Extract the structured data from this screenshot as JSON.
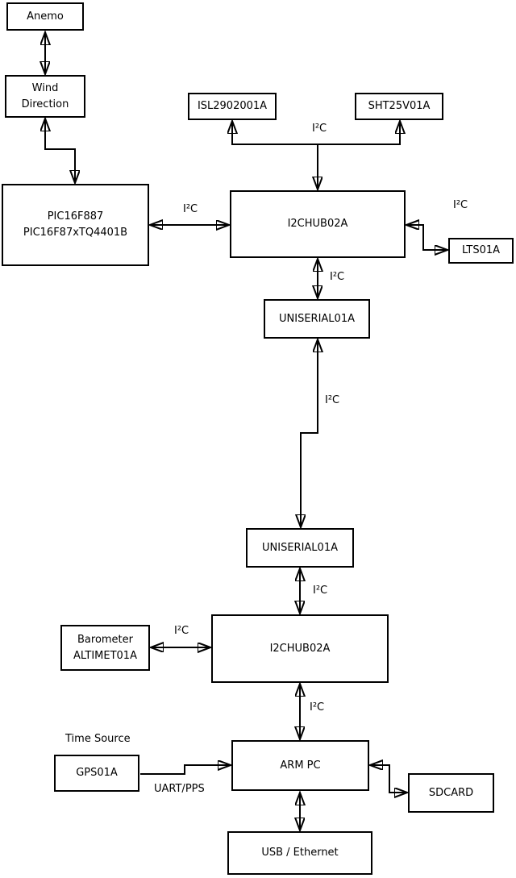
{
  "diagram": {
    "nodes": {
      "anemo": {
        "label": "Anemo"
      },
      "wind_direction": {
        "line1": "Wind",
        "line2": "Direction"
      },
      "pic": {
        "line1": "PIC16F887",
        "line2": "PIC16F87xTQ4401B"
      },
      "isl2902001a": {
        "label": "ISL2902001A"
      },
      "sht25v01a": {
        "label": "SHT25V01A"
      },
      "i2chub02a_top": {
        "label": "I2CHUB02A"
      },
      "lts01a": {
        "label": "LTS01A"
      },
      "uniserial01a_top": {
        "label": "UNISERIAL01A"
      },
      "uniserial01a_bottom": {
        "label": "UNISERIAL01A"
      },
      "i2chub02a_bottom": {
        "label": "I2CHUB02A"
      },
      "barometer": {
        "line1": "Barometer",
        "line2": "ALTIMET01A"
      },
      "gps01a": {
        "label": "GPS01A"
      },
      "arm_pc": {
        "label": "ARM PC"
      },
      "sdcard": {
        "label": "SDCARD"
      },
      "usb_ethernet": {
        "label": "USB / Ethernet"
      }
    },
    "labels": {
      "i2c": "I²C",
      "uart_pps": "UART/PPS",
      "time_source": "Time Source"
    },
    "edges": [
      {
        "from": "Anemo",
        "to": "Wind Direction",
        "bidirectional": true
      },
      {
        "from": "Wind Direction",
        "to": "PIC16F887 PIC16F87xTQ4401B",
        "bidirectional": true
      },
      {
        "from": "PIC16F887 PIC16F87xTQ4401B",
        "to": "I2CHUB02A (top)",
        "label": "I²C",
        "bidirectional": true
      },
      {
        "from": "I2CHUB02A (top)",
        "to": "ISL2902001A",
        "label": "I²C",
        "bidirectional": true
      },
      {
        "from": "I2CHUB02A (top)",
        "to": "SHT25V01A",
        "label": "I²C",
        "bidirectional": true
      },
      {
        "from": "I2CHUB02A (top)",
        "to": "LTS01A",
        "label": "I²C",
        "bidirectional": true
      },
      {
        "from": "I2CHUB02A (top)",
        "to": "UNISERIAL01A (top)",
        "label": "I²C",
        "bidirectional": true
      },
      {
        "from": "UNISERIAL01A (top)",
        "to": "UNISERIAL01A (bottom)",
        "label": "I²C",
        "bidirectional": true
      },
      {
        "from": "UNISERIAL01A (bottom)",
        "to": "I2CHUB02A (bottom)",
        "label": "I²C",
        "bidirectional": true
      },
      {
        "from": "Barometer ALTIMET01A",
        "to": "I2CHUB02A (bottom)",
        "label": "I²C",
        "bidirectional": true
      },
      {
        "from": "I2CHUB02A (bottom)",
        "to": "ARM PC",
        "label": "I²C",
        "bidirectional": true
      },
      {
        "from": "GPS01A",
        "to": "ARM PC",
        "label": "UART/PPS",
        "bidirectional": false
      },
      {
        "from": "ARM PC",
        "to": "SDCARD",
        "bidirectional": true
      },
      {
        "from": "ARM PC",
        "to": "USB / Ethernet",
        "bidirectional": true
      }
    ],
    "colors": {
      "background": "#ffffff",
      "box_fill": "#ffffff",
      "line": "#000000",
      "text": "#000000"
    }
  }
}
